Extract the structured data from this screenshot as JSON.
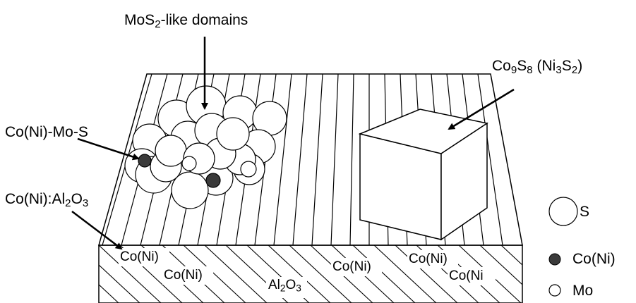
{
  "labels": {
    "mos2_domains": {
      "pre": "MoS",
      "sub": "2",
      "post": "-like domains"
    },
    "co9s8": {
      "a": "Co",
      "b": "9",
      "c": "S",
      "d": "8",
      "e": " (Ni",
      "f": "3",
      "g": "S",
      "h": "2",
      "i": ")"
    },
    "como_s": "Co(Ni)-Mo-S",
    "co_al2o3": {
      "a": "Co(Ni):Al",
      "b": "2",
      "c": "O",
      "d": "3"
    },
    "support_sites": [
      "Co(Ni)",
      "Co(Ni)",
      "Co(Ni)",
      "Co(Ni)",
      "Co(Ni"
    ],
    "al2o3": {
      "a": "Al",
      "b": "2",
      "c": "O",
      "d": "3"
    }
  },
  "legend": {
    "s": "S",
    "co": "Co(Ni)",
    "mo": "Mo"
  },
  "colors": {
    "line": "#000000",
    "dopant_atom": "#3a3a3a",
    "atom_fill": "#ffffff"
  }
}
